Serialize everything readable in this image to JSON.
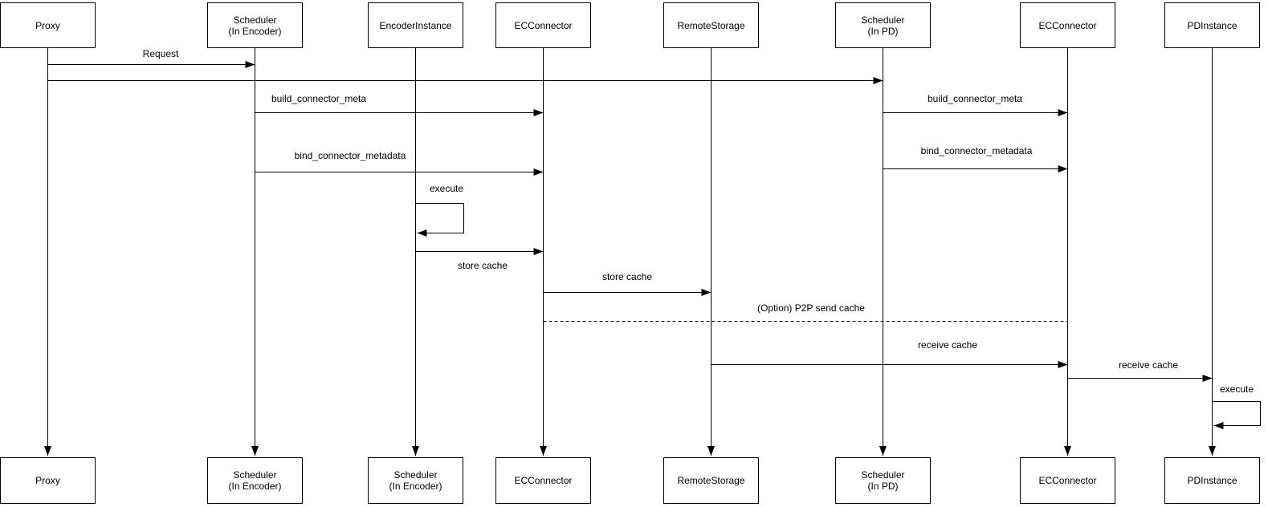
{
  "colors": {
    "background": "#ffffff",
    "line": "#000000",
    "text": "#000000",
    "box_fill": "#ffffff",
    "box_border": "#000000"
  },
  "diagram_type": "uml-sequence-diagram",
  "actors_top": [
    "Proxy",
    "Scheduler\n(In Encoder)",
    "EncoderInstance",
    "ECConnector",
    "RemoteStorage",
    "Scheduler\n(In PD)",
    "ECConnector",
    "PDInstance"
  ],
  "actors_bottom": [
    "Proxy",
    "Scheduler\n(In Encoder)",
    "Scheduler\n(In Encoder)",
    "ECConnector",
    "RemoteStorage",
    "Scheduler\n(In PD)",
    "ECConnector",
    "PDInstance"
  ],
  "messages": {
    "request": "Request",
    "build_connector_meta_encoder": "build_connector_meta",
    "build_connector_meta_pd": "build_connector_meta",
    "bind_connector_metadata_encoder": "bind_connector_metadata",
    "bind_connector_metadata_pd": "bind_connector_metadata",
    "execute_encoder": "execute",
    "store_cache_to_connector": "store cache",
    "store_cache_to_storage": "store cache",
    "p2p_send_cache": "(Option) P2P send cache",
    "receive_cache_from_storage": "receive cache",
    "receive_cache_to_pd": "receive cache",
    "execute_pd": "execute"
  }
}
